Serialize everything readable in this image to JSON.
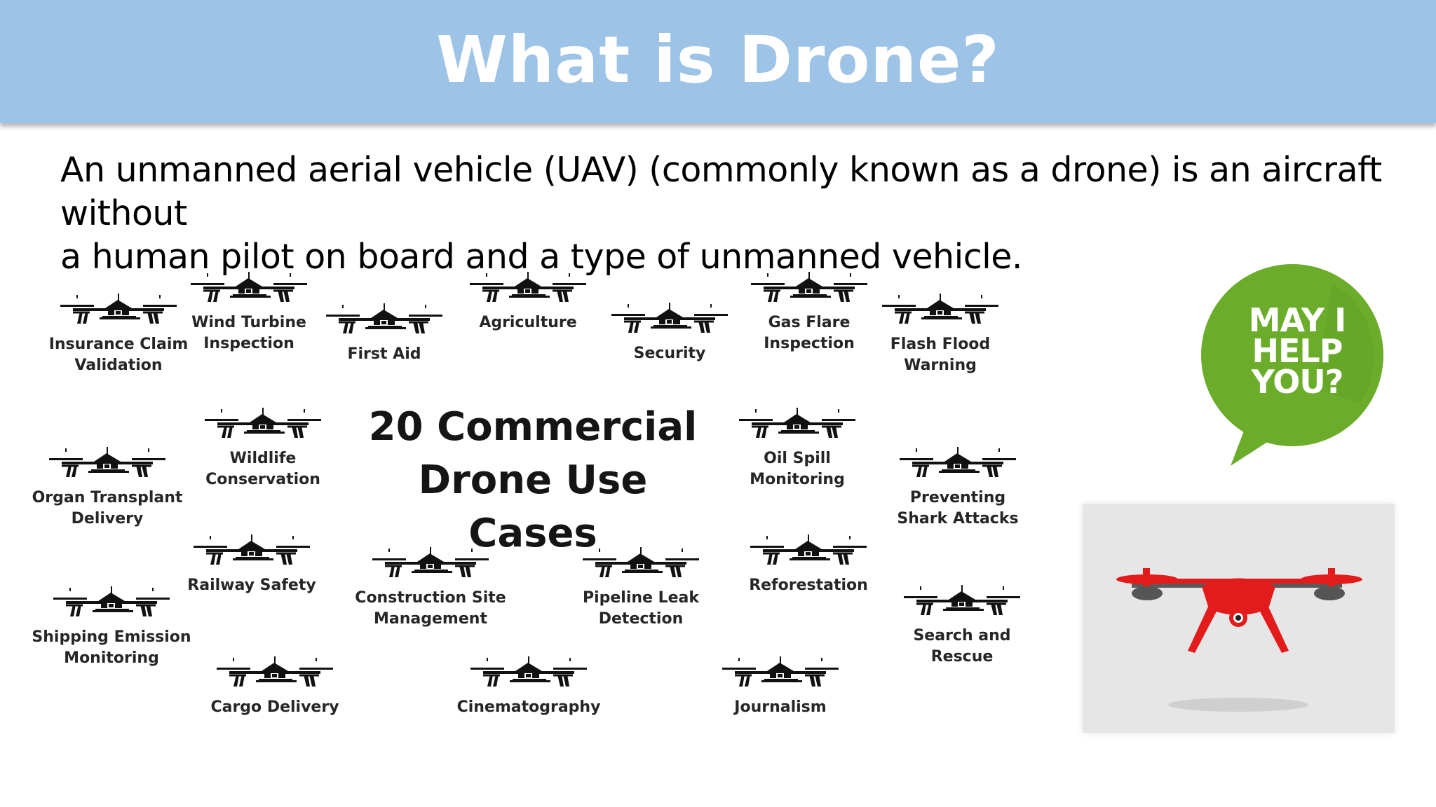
{
  "title": "What is Drone?",
  "intro": {
    "line1": "An unmanned aerial vehicle (UAV) (commonly known as a drone) is an aircraft without",
    "line2": "a human pilot on board and a type of unmanned vehicle."
  },
  "infographic": {
    "title_line1": "20 Commercial",
    "title_line2": "Drone Use Cases",
    "use_cases": [
      "Insurance Claim\nValidation",
      "Wind Turbine\nInspection",
      "First Aid",
      "Agriculture",
      "Security",
      "Gas Flare\nInspection",
      "Flash Flood\nWarning",
      "Organ Transplant\nDelivery",
      "Wildlife\nConservation",
      "Oil Spill\nMonitoring",
      "Preventing\nShark Attacks",
      "Railway Safety",
      "Construction Site\nManagement",
      "Pipeline Leak\nDetection",
      "Reforestation",
      "Shipping Emission\nMonitoring",
      "Search and\nRescue",
      "Cargo Delivery",
      "Cinematography",
      "Journalism"
    ]
  },
  "help_bubble": {
    "text": "MAY I\nHELP\nYOU?",
    "color": "#6bad2a"
  },
  "colors": {
    "header": "#9dc3e6",
    "drone_red": "#e31b1b"
  },
  "icons": [
    "drone-icon",
    "speech-bubble-icon",
    "red-drone-image"
  ]
}
